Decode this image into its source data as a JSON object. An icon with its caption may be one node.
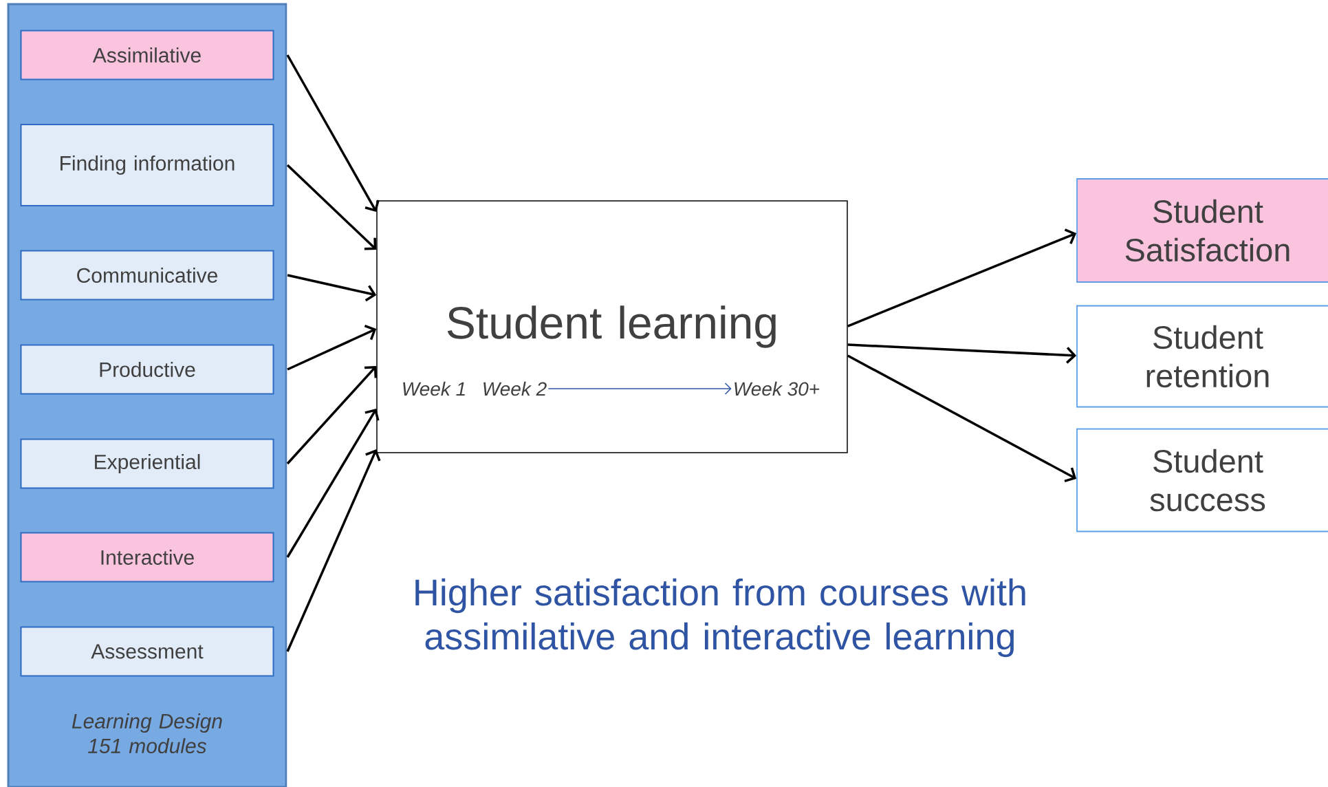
{
  "diagram": {
    "caption": "Higher satisfaction from courses with assimilative and interactive learning",
    "nodes": [
      {
        "text": [
          "Learning Design 151 modules"
        ]
      },
      {
        "text": [
          "Assimilative"
        ],
        "in": 0
      },
      {
        "text": [
          "Finding information"
        ],
        "in": 0
      },
      {
        "text": [
          "Communicative"
        ],
        "in": 0
      },
      {
        "text": [
          "Productive"
        ],
        "in": 0
      },
      {
        "text": [
          "Experiential"
        ],
        "in": 0
      },
      {
        "text": [
          "Interactive"
        ],
        "in": 0
      },
      {
        "text": [
          "Assessment"
        ],
        "in": 0
      },
      {
        "text": [
          "Student learning"
        ]
      },
      {
        "text": [
          "Week 2"
        ],
        "in": 8
      },
      {
        "text": [
          "Week 30+"
        ],
        "in": 8
      },
      {
        "text": [
          "Student Satisfaction"
        ]
      },
      {
        "text": [
          "Student retention"
        ]
      },
      {
        "text": [
          "Student success"
        ]
      }
    ],
    "edges": [
      {
        "from": 1,
        "to": 8,
        "arrow": "to"
      },
      {
        "from": 2,
        "to": 8,
        "arrow": "to"
      },
      {
        "from": 3,
        "to": 8,
        "arrow": "to"
      },
      {
        "from": 4,
        "to": 8,
        "arrow": "to"
      },
      {
        "from": 5,
        "to": 8,
        "arrow": "to"
      },
      {
        "from": 6,
        "to": 8,
        "arrow": "to"
      },
      {
        "from": 7,
        "to": 8,
        "arrow": "to"
      },
      {
        "from": 9,
        "to": 10,
        "arrow": "to",
        "color": "#2f54a3"
      },
      {
        "from": 8,
        "to": 11,
        "arrow": "to"
      },
      {
        "from": 8,
        "to": 12,
        "arrow": "to"
      },
      {
        "from": 8,
        "to": 13,
        "arrow": "to"
      }
    ],
    "labels": [
      "Week 1"
    ]
  }
}
